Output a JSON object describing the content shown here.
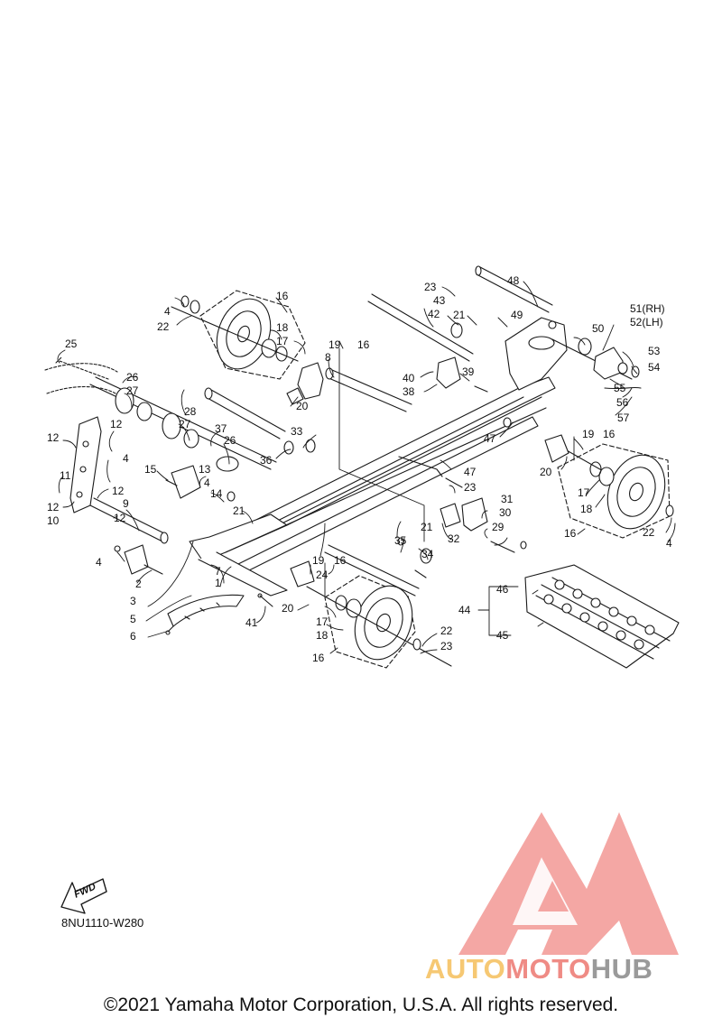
{
  "callouts": [
    {
      "id": "c1",
      "text": "1"
    },
    {
      "id": "c2",
      "text": "2"
    },
    {
      "id": "c3",
      "text": "3"
    },
    {
      "id": "c4a",
      "text": "4"
    },
    {
      "id": "c4b",
      "text": "4"
    },
    {
      "id": "c4c",
      "text": "4"
    },
    {
      "id": "c4d",
      "text": "4"
    },
    {
      "id": "c4e",
      "text": "4"
    },
    {
      "id": "c5",
      "text": "5"
    },
    {
      "id": "c6",
      "text": "6"
    },
    {
      "id": "c7",
      "text": "7"
    },
    {
      "id": "c8",
      "text": "8"
    },
    {
      "id": "c9",
      "text": "9"
    },
    {
      "id": "c10",
      "text": "10"
    },
    {
      "id": "c11",
      "text": "11"
    },
    {
      "id": "c12a",
      "text": "12"
    },
    {
      "id": "c12b",
      "text": "12"
    },
    {
      "id": "c12c",
      "text": "12"
    },
    {
      "id": "c12d",
      "text": "12"
    },
    {
      "id": "c12e",
      "text": "12"
    },
    {
      "id": "c13",
      "text": "13"
    },
    {
      "id": "c14",
      "text": "14"
    },
    {
      "id": "c15",
      "text": "15"
    },
    {
      "id": "c16a",
      "text": "16"
    },
    {
      "id": "c16b",
      "text": "16"
    },
    {
      "id": "c16c",
      "text": "16"
    },
    {
      "id": "c16d",
      "text": "16"
    },
    {
      "id": "c16e",
      "text": "16"
    },
    {
      "id": "c16f",
      "text": "16"
    },
    {
      "id": "c17a",
      "text": "17"
    },
    {
      "id": "c17b",
      "text": "17"
    },
    {
      "id": "c17c",
      "text": "17"
    },
    {
      "id": "c18a",
      "text": "18"
    },
    {
      "id": "c18b",
      "text": "18"
    },
    {
      "id": "c18c",
      "text": "18"
    },
    {
      "id": "c19a",
      "text": "19"
    },
    {
      "id": "c19b",
      "text": "19"
    },
    {
      "id": "c19c",
      "text": "19"
    },
    {
      "id": "c20a",
      "text": "20"
    },
    {
      "id": "c20b",
      "text": "20"
    },
    {
      "id": "c20c",
      "text": "20"
    },
    {
      "id": "c21a",
      "text": "21"
    },
    {
      "id": "c21b",
      "text": "21"
    },
    {
      "id": "c21c",
      "text": "21"
    },
    {
      "id": "c22a",
      "text": "22"
    },
    {
      "id": "c22b",
      "text": "22"
    },
    {
      "id": "c22c",
      "text": "22"
    },
    {
      "id": "c23a",
      "text": "23"
    },
    {
      "id": "c23b",
      "text": "23"
    },
    {
      "id": "c23c",
      "text": "23"
    },
    {
      "id": "c24",
      "text": "24"
    },
    {
      "id": "c25",
      "text": "25"
    },
    {
      "id": "c26a",
      "text": "26"
    },
    {
      "id": "c26b",
      "text": "26"
    },
    {
      "id": "c27a",
      "text": "27"
    },
    {
      "id": "c27b",
      "text": "27"
    },
    {
      "id": "c28",
      "text": "28"
    },
    {
      "id": "c29",
      "text": "29"
    },
    {
      "id": "c30",
      "text": "30"
    },
    {
      "id": "c31",
      "text": "31"
    },
    {
      "id": "c32",
      "text": "32"
    },
    {
      "id": "c33",
      "text": "33"
    },
    {
      "id": "c34",
      "text": "34"
    },
    {
      "id": "c35",
      "text": "35"
    },
    {
      "id": "c36",
      "text": "36"
    },
    {
      "id": "c37",
      "text": "37"
    },
    {
      "id": "c38",
      "text": "38"
    },
    {
      "id": "c39",
      "text": "39"
    },
    {
      "id": "c40",
      "text": "40"
    },
    {
      "id": "c41",
      "text": "41"
    },
    {
      "id": "c42",
      "text": "42"
    },
    {
      "id": "c43",
      "text": "43"
    },
    {
      "id": "c44",
      "text": "44"
    },
    {
      "id": "c45",
      "text": "45"
    },
    {
      "id": "c46",
      "text": "46"
    },
    {
      "id": "c47a",
      "text": "47"
    },
    {
      "id": "c47b",
      "text": "47"
    },
    {
      "id": "c48",
      "text": "48"
    },
    {
      "id": "c49",
      "text": "49"
    },
    {
      "id": "c50",
      "text": "50"
    },
    {
      "id": "c51",
      "text": "51(RH)"
    },
    {
      "id": "c52",
      "text": "52(LH)"
    },
    {
      "id": "c53",
      "text": "53"
    },
    {
      "id": "c54",
      "text": "54"
    },
    {
      "id": "c55",
      "text": "55"
    },
    {
      "id": "c56",
      "text": "56"
    },
    {
      "id": "c57",
      "text": "57"
    }
  ],
  "fwd_label": "FWD",
  "figure_code": "8NU1110-W280",
  "copyright": "©2021 Yamaha Motor Corporation, U.S.A. All rights reserved.",
  "watermark": {
    "part1": "AUTO",
    "part2": "MOTO",
    "part3": "HUB",
    "color_yellow": "#f6c873",
    "color_red": "#ef8b85",
    "color_grey": "#9a9a9a"
  }
}
